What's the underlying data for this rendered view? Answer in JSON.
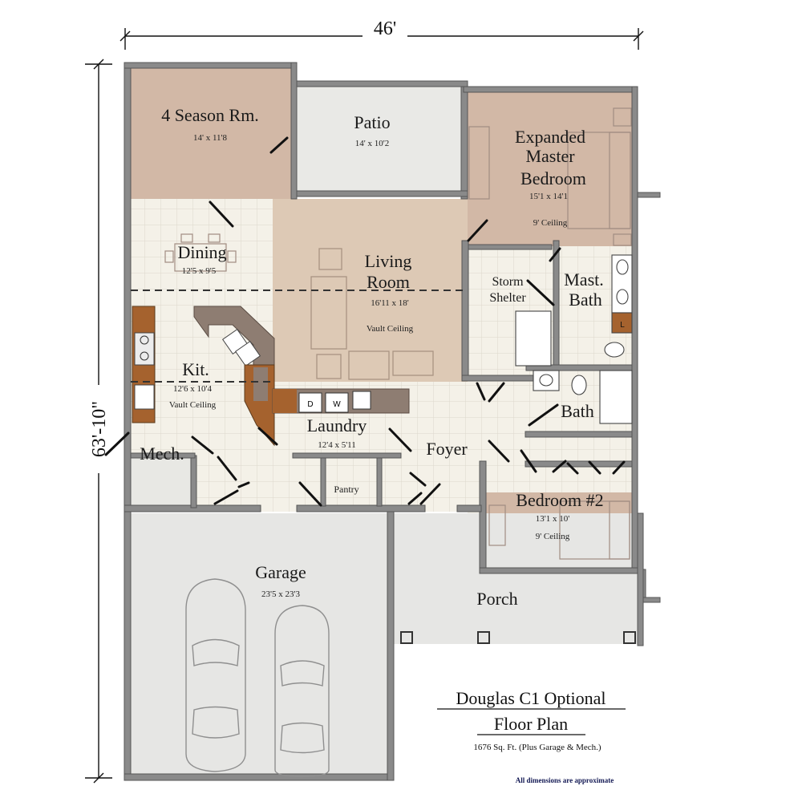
{
  "dimensions": {
    "width": "46'",
    "depth": "63'-10\""
  },
  "rooms": {
    "season_room": {
      "name": "4 Season Rm.",
      "size": "14' x 11'8"
    },
    "patio": {
      "name": "Patio",
      "size": "14' x 10'2"
    },
    "master": {
      "name_line1": "Expanded",
      "name_line2": "Master",
      "name_line3": "Bedroom",
      "size": "15'1 x 14'1",
      "ceiling": "9' Ceiling"
    },
    "dining": {
      "name": "Dining",
      "size": "12'5 x 9'5"
    },
    "living": {
      "name_line1": "Living",
      "name_line2": "Room",
      "size": "16'11 x 18'",
      "ceiling": "Vault Ceiling"
    },
    "storm": {
      "name_line1": "Storm",
      "name_line2": "Shelter"
    },
    "master_bath": {
      "name_line1": "Mast.",
      "name_line2": "Bath"
    },
    "kitchen": {
      "name": "Kit.",
      "size": "12'6 x 10'4",
      "ceiling": "Vault Ceiling"
    },
    "laundry": {
      "name": "Laundry",
      "size": "12'4 x 5'11",
      "dryer": "D",
      "washer": "W"
    },
    "bath": {
      "name": "Bath"
    },
    "mech": {
      "name": "Mech."
    },
    "foyer": {
      "name": "Foyer"
    },
    "pantry": {
      "name": "Pantry"
    },
    "bedroom2": {
      "name": "Bedroom #2",
      "size": "13'1 x 10'",
      "ceiling": "9' Ceiling"
    },
    "garage": {
      "name": "Garage",
      "size": "23'5 x 23'3"
    },
    "porch": {
      "name": "Porch"
    },
    "linen": {
      "label": "L"
    }
  },
  "title": {
    "line1": "Douglas C1 Optional",
    "line2": "Floor Plan",
    "sqft": "1676 Sq. Ft. (Plus Garage & Mech.)",
    "note": "All dimensions are approximate"
  },
  "colors": {
    "room_tan": "#d2b8a6",
    "floor_tile": "#f4f1e8",
    "living_tan": "#ddc9b5",
    "patio_gray": "#e9e9e6",
    "garage_gray": "#e6e6e4",
    "wall_gray": "#8a8a8a",
    "counter_brown": "#8e7d72",
    "cabinet_wood": "#a5622e"
  }
}
